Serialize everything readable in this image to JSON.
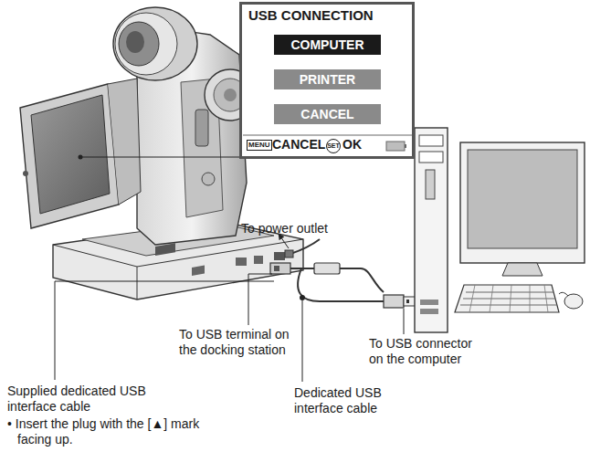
{
  "diagram": {
    "nodes": [
      {
        "text": [
          "USB CONNECTION",
          "MENU",
          "CANCEL",
          "SET",
          "OK"
        ]
      },
      {
        "text": [
          "COMPUTER"
        ],
        "in": 0
      },
      {
        "text": [
          "PRINTER"
        ],
        "in": 0
      },
      {
        "text": [
          "CANCEL"
        ],
        "in": 0
      }
    ],
    "labels": [
      "To power outlet",
      "To USB terminal on the docking station",
      "To USB connector on the computer",
      "Supplied dedicated USB interface cable",
      "• Insert the plug with the [▲] mark facing up.",
      "Dedicated USB interface cable"
    ]
  }
}
